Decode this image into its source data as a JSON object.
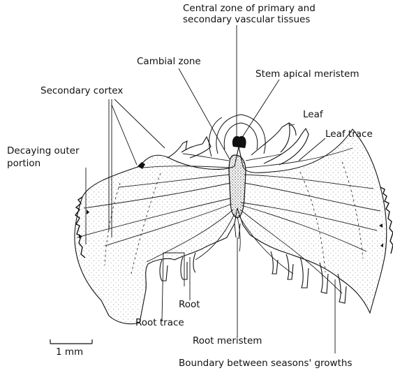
{
  "labels": {
    "central_zone_line1": "Central zone of primary and",
    "central_zone_line2": "secondary vascular tissues",
    "cambial_zone": "Cambial zone",
    "stem_apical_meristem": "Stem apical meristem",
    "secondary_cortex": "Secondary cortex",
    "leaf": "Leaf",
    "leaf_trace": "Leaf trace",
    "decaying_outer_line1": "Decaying outer",
    "decaying_outer_line2": "portion",
    "root": "Root",
    "root_trace": "Root trace",
    "root_meristem": "Root meristem",
    "boundary": "Boundary between seasons' growths"
  },
  "scale_bar": {
    "label": "1 mm"
  },
  "colors": {
    "ink": "#111111",
    "stipple": "#777777",
    "background": "#ffffff"
  }
}
